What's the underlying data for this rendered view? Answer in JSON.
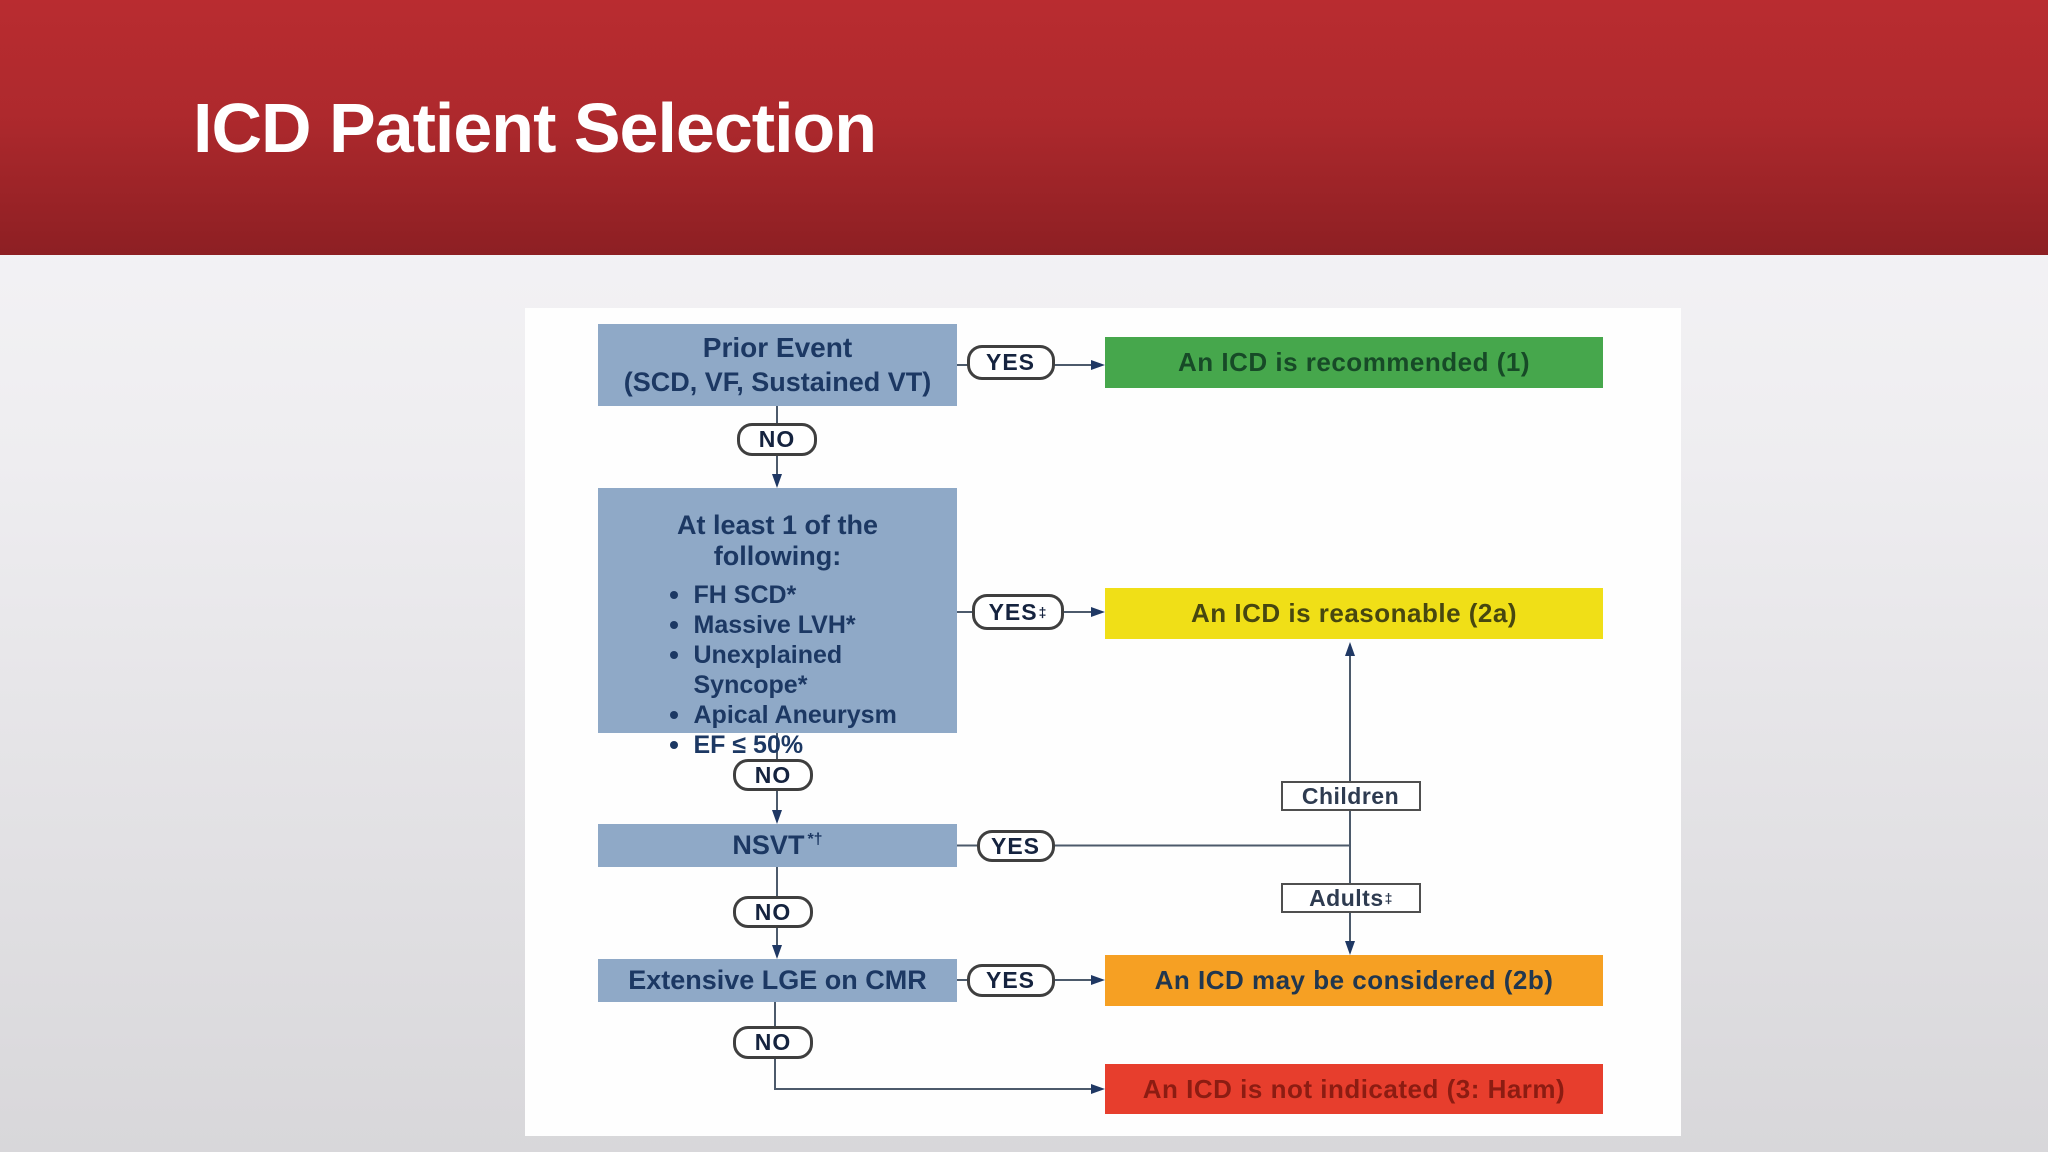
{
  "header": {
    "title": "ICD Patient Selection"
  },
  "colors": {
    "banner_top": "#b92c30",
    "banner_bottom": "#8d1f23",
    "node_blue": "#8fa9c7",
    "node_green": "#46a74c",
    "node_yellow": "#f0df17",
    "node_orange": "#f6a023",
    "node_red": "#e73e2d",
    "navy": "#1c3863",
    "line": "#4c5a6b",
    "arrow": "#1f3864"
  },
  "flowchart": {
    "prior_event": {
      "title": "Prior Event",
      "subtitle": "(SCD, VF, Sustained VT)"
    },
    "criteria": {
      "title": "At least 1 of the following:",
      "bullets": [
        "FH SCD*",
        "Massive LVH*",
        "Unexplained Syncope*",
        "Apical Aneurysm",
        "EF ≤ 50%"
      ]
    },
    "nsvt": {
      "text": "NSVT",
      "sup": "*†"
    },
    "lge": {
      "text": "Extensive LGE on CMR"
    },
    "outcomes": {
      "recommended": "An ICD is recommended (1)",
      "reasonable": "An ICD is reasonable (2a)",
      "considered": "An ICD may be considered (2b)",
      "not_indicated": "An ICD is not indicated (3: Harm)"
    },
    "decisions": {
      "yes1": {
        "text": "YES",
        "sup": ""
      },
      "no1": "NO",
      "yes2": {
        "text": "YES",
        "sup": "‡"
      },
      "no2": "NO",
      "yes3": {
        "text": "YES",
        "sup": ""
      },
      "no3": "NO",
      "yes4": {
        "text": "YES",
        "sup": ""
      },
      "no4": "NO"
    },
    "branch_labels": {
      "children": {
        "text": "Children",
        "sup": ""
      },
      "adults": {
        "text": "Adults",
        "sup": "‡"
      }
    }
  }
}
